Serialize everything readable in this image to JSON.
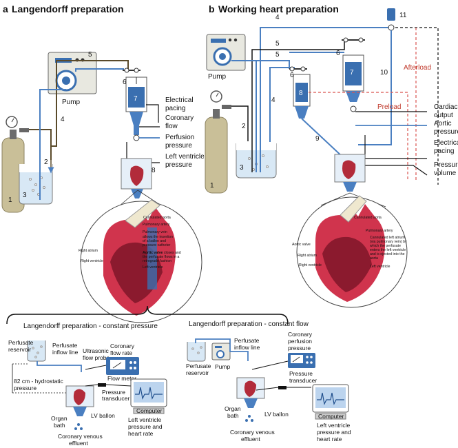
{
  "panels": {
    "a": {
      "letter": "a",
      "title": "Langendorff preparation"
    },
    "b": {
      "letter": "b",
      "title": "Working heart preparation"
    }
  },
  "numbers": {
    "n1": "1",
    "n2": "2",
    "n3": "3",
    "n4": "4",
    "n5": "5",
    "n6": "6",
    "n7": "7",
    "n8": "8",
    "n9": "9",
    "n10": "10",
    "n11": "11"
  },
  "labels_a": {
    "pump": "Pump",
    "electrical_1": "Electrical",
    "electrical_2": "pacing",
    "coronary_1": "Coronary",
    "coronary_2": "flow",
    "perfusion_1": "Perfusion",
    "perfusion_2": "pressure",
    "lv_1": "Left ventricle",
    "lv_2": "pressure"
  },
  "labels_b": {
    "pump": "Pump",
    "afterload": "Afterload",
    "preload": "Preload",
    "cardiac_1": "Cardiac",
    "cardiac_2": "output",
    "aortic_1": "Aortic",
    "aortic_2": "pressure",
    "electrical_1": "Electrical",
    "electrical_2": "pacing",
    "pv_1": "Pressure",
    "pv_2": "volume"
  },
  "heart_a": {
    "cannulated_aorta": "Cannulated aorta",
    "pulm_artery": "Pulmonary artery",
    "pulm_vein": "Pulmonary vein",
    "pulm_vein_d1": "allows the insertion",
    "pulm_vein_d2": "of a ballon and",
    "pulm_vein_d3": "pressure catheter",
    "aortic_valve": "Aortic valve",
    "aortic_valve_d1": " closes and",
    "aortic_valve_d2": "the perfusate flows in a",
    "aortic_valve_d3": "retrograde fashion",
    "right_atrium": "Right atrium",
    "right_ventricle": "Right ventricle",
    "left_ventricle": "Left ventricle"
  },
  "heart_b": {
    "cannulated_aorta": "Cannulated aorta",
    "pulm_artery": "Pulmonary artery",
    "cla_1": "Cannulated left atrium",
    "cla_2": "(via pulmonary vein) by",
    "cla_3": "which the perfusate",
    "cla_4": "enters the left ventricle",
    "cla_5": "and is ejected into the",
    "cla_6": "aorta",
    "aortic_valve": "Aortic valve",
    "right_atrium": "Right atrium",
    "right_ventricle": "Right ventricle",
    "left_ventricle": "Left ventricle"
  },
  "bottom_left": {
    "title": "Langendorff preparation - constant pressure",
    "reservoir_1": "Perfusate",
    "reservoir_2": "reservoir",
    "inflow_1": "Perfusate",
    "inflow_2": "inflow line",
    "probe_1": "Ultrasonic",
    "probe_2": "flow probe",
    "rate_1": "Coronary",
    "rate_2": "flow rate",
    "meter": "Flow meter",
    "hydro_1": "82 cm - hydrostatic",
    "hydro_2": "pressure",
    "transducer_1": "Pressure",
    "transducer_2": "transducer",
    "computer": "Computer",
    "lvph_1": "Left ventricle",
    "lvph_2": "pressure and",
    "lvph_3": "heart rate",
    "bath_1": "Organ",
    "bath_2": "bath",
    "ballon": "LV ballon",
    "effluent_1": "Coronary venous",
    "effluent_2": "effluent"
  },
  "bottom_right": {
    "title": "Langendorff preparation - constant flow",
    "reservoir_1": "Perfusate",
    "reservoir_2": "reservoir",
    "pump": "Pump",
    "inflow_1": "Perfusate",
    "inflow_2": "inflow line",
    "cpp_1": "Coronary",
    "cpp_2": "perfusion",
    "cpp_3": "pressure",
    "transducer_1": "Pressure",
    "transducer_2": "transducer",
    "computer": "Computer",
    "lvph_1": "Left ventricle",
    "lvph_2": "pressure and",
    "lvph_3": "heart rate",
    "bath_1": "Organ",
    "bath_2": "bath",
    "ballon": "LV ballon",
    "effluent_1": "Coronary venous",
    "effluent_2": "effluent"
  },
  "colors": {
    "tube_blue": "#4a7fc1",
    "tube_dark": "#1a1a1a",
    "tube_brown": "#5a4a2a",
    "preload_red": "#d9534f",
    "device_blue": "#3a6fb0",
    "cylinder": "#c9bf98"
  }
}
